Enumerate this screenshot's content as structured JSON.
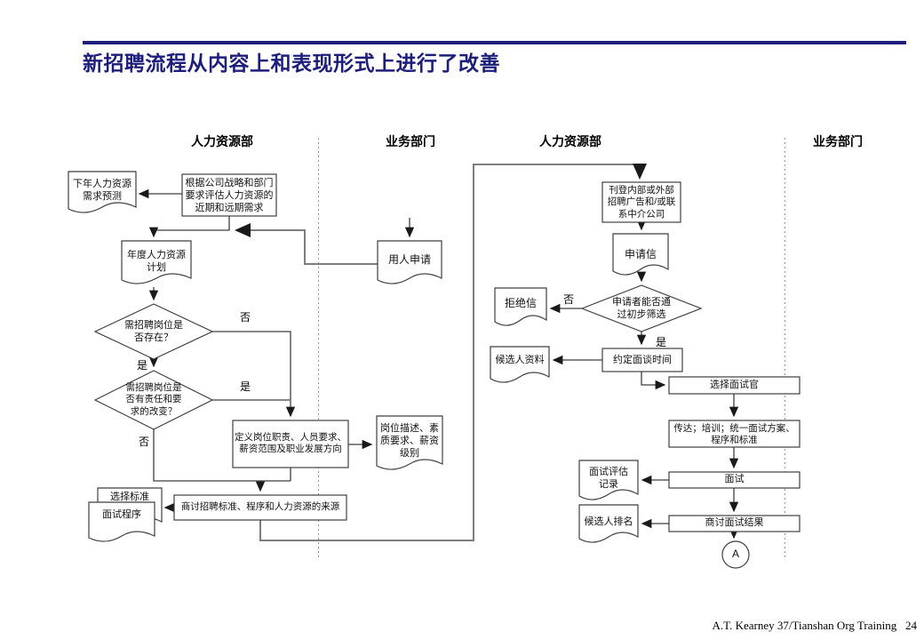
{
  "title": {
    "text": "新招聘流程从内容上和表现形式上进行了改善"
  },
  "footer": {
    "text": "A.T. Kearney 37/Tianshan Org Training   24"
  },
  "colors": {
    "accent_navy": "#1d1d7c",
    "line": "#3f3f3f",
    "divider": "#999999"
  },
  "left_chart": {
    "header_hr": "人力资源部",
    "header_biz": "业务部门",
    "nodes": {
      "forecast_doc": "下年人力资源\n需求预测",
      "assess_box": "根据公司战略和部门\n要求评估人力资源的\n近期和远期需求",
      "annual_plan_doc": "年度人力资源\n计划",
      "apply_doc": "用人申请",
      "exist_diamond": "需招聘岗位是\n否存在？",
      "change_diamond": "需招聘岗位是\n否有责任和要\n求的改变？",
      "define_box": "定义岗位职责、人员要求、\n薪资范围及职业发展方向",
      "jobdesc_doc": "岗位描述、素\n质要求、薪资\n级别",
      "discuss_box": "商讨招聘标准、程序和人力资源的来源",
      "criteria_doc": "选择标准",
      "procedure_doc": "面试程序"
    },
    "labels": {
      "exist_no": "否",
      "exist_yes": "是",
      "change_yes": "是",
      "change_no": "否"
    }
  },
  "right_chart": {
    "header_hr": "人力资源部",
    "header_biz": "业务部门",
    "nodes": {
      "advertise_box": "刊登内部或外部\n招聘广告和/或联\n系中介公司",
      "letter_doc": "申请信",
      "screen_diamond": "申请者能否通\n过初步筛选",
      "reject_doc": "拒绝信",
      "schedule_box": "约定面谈时间",
      "candidate_doc": "候选人资料",
      "interviewer_box": "选择面试官",
      "training_box": "传达；培训；统一面试方案、\n程序和标准",
      "interview_box": "面试",
      "evaluation_doc": "面试评估\n记录",
      "result_box": "商讨面试结果",
      "ranking_doc": "候选人排名",
      "connector": "A"
    },
    "labels": {
      "screen_no": "否",
      "screen_yes": "是"
    }
  }
}
